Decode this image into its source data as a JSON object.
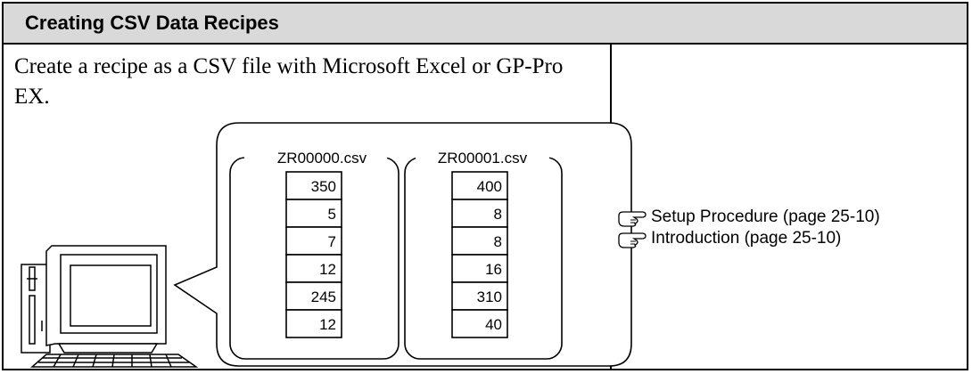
{
  "header": {
    "title": "Creating CSV Data Recipes"
  },
  "description": "Create a recipe as a CSV file with Microsoft Excel or GP-Pro EX.",
  "files": [
    {
      "name": "ZR00000.csv",
      "values": [
        "350",
        "5",
        "7",
        "12",
        "245",
        "12"
      ]
    },
    {
      "name": "ZR00001.csv",
      "values": [
        "400",
        "8",
        "8",
        "16",
        "310",
        "40"
      ]
    }
  ],
  "references": [
    {
      "label": "Setup Procedure (page 25-10)",
      "icon": "pointing-hand-icon"
    },
    {
      "label": "Introduction (page 25-10)",
      "icon": "pointing-hand-icon"
    }
  ]
}
